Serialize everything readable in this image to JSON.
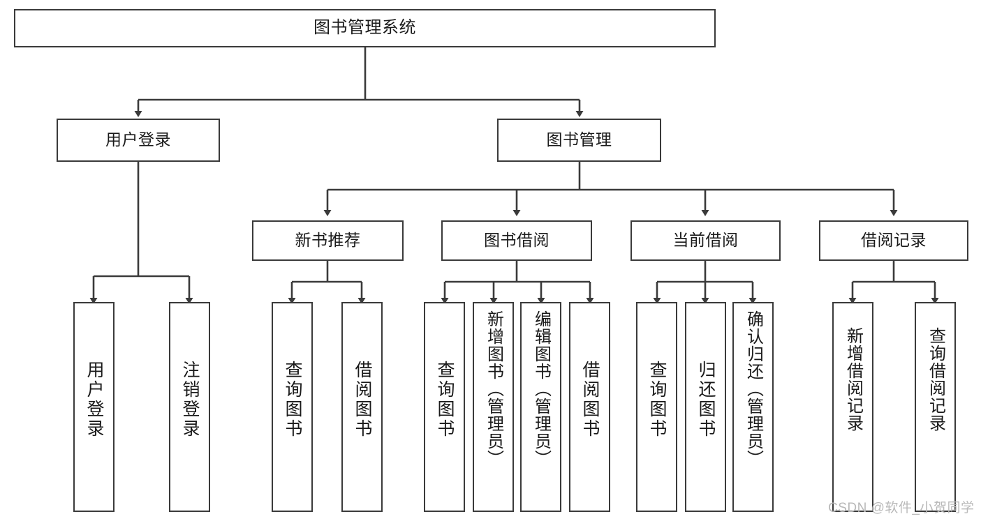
{
  "diagram": {
    "type": "tree",
    "title": "图书管理系统",
    "orientation": "top-down",
    "stroke_color": "#3a3a3a",
    "fill_color": "#ffffff",
    "text_color": "#1a1a1a",
    "root": {
      "label": "图书管理系统",
      "level": 1
    },
    "level2": [
      {
        "label": "用户登录"
      },
      {
        "label": "图书管理"
      }
    ],
    "level3": [
      {
        "label": "新书推荐"
      },
      {
        "label": "图书借阅"
      },
      {
        "label": "当前借阅"
      },
      {
        "label": "借阅记录"
      }
    ],
    "leaves": {
      "user_login": [
        {
          "label": "用户登录"
        },
        {
          "label": "注销登录"
        }
      ],
      "new_book_recommend": [
        {
          "label": "查询图书"
        },
        {
          "label": "借阅图书"
        }
      ],
      "book_borrow": [
        {
          "label": "查询图书"
        },
        {
          "label": "新增图书（管理员）"
        },
        {
          "label": "编辑图书（管理员）"
        },
        {
          "label": "借阅图书"
        }
      ],
      "current_borrow": [
        {
          "label": "查询图书"
        },
        {
          "label": "归还图书"
        },
        {
          "label": "确认归还（管理员）"
        }
      ],
      "borrow_record": [
        {
          "label": "新增借阅记录"
        },
        {
          "label": "查询借阅记录"
        }
      ]
    }
  },
  "watermark": {
    "text": "CSDN @软件_小贺同学"
  }
}
